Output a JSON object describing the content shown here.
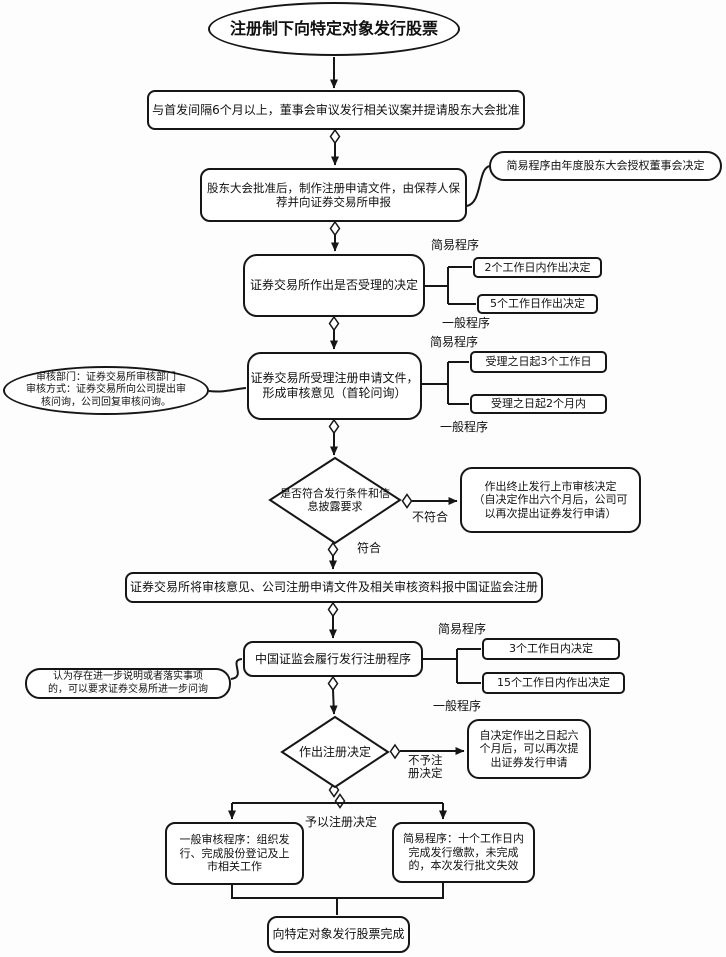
{
  "title": "注册制下向特定对象发行股票",
  "steps": {
    "board": "与首发间隔6个月以上，董事会审议发行相关议案并提请股东大会批准",
    "shareholders": "股东大会批准后，制作注册申请文件，由保荐人保\n荐并向证券交易所申报",
    "exchange_accept": "证券交易所作出是否受理的决定",
    "exchange_review": "证券交易所受理注册申请文件，\n形成审核意见（首轮问询）",
    "report_csrc": "证券交易所将审核意见、公司注册申请文件及相关审核资料报中国证监会注册",
    "csrc_register": "中国证监会履行发行注册程序",
    "general_complete": "一般审核程序：组织发\n行、完成股份登记及上\n市相关工作",
    "simple_complete": "简易程序：十个工作日内\n完成发行缴款，未完成\n的，本次发行批文失效",
    "finish": "向特定对象发行股票完成"
  },
  "decisions": {
    "conditions": "是否符合发行条件和信\n息披露要求",
    "register": "作出注册决定"
  },
  "outcomes": {
    "terminate": "作出终止发行上市审核决定\n（自决定作出六个月后，公司可\n以再次提出证券发行申请）",
    "reapply": "自决定作出之日起六\n个月后，可以再次提\n出证券发行申请"
  },
  "callouts": {
    "annual_auth": "简易程序由年度股东大会授权董事会决定",
    "review_dept": "审核部门：证券交易所审核部门\n审核方式：证券交易所向公司提出审\n核问询，公司回复审核问询。",
    "further_inquiry": "认为存在进一步说明或者落实事项\n的，可以要求证券交易所进一步问询"
  },
  "timeboxes": {
    "accept_simple": "2个工作日内作出决定",
    "accept_general": "5个工作日作出决定",
    "review_simple": "受理之日起3个工作日",
    "review_general": "受理之日起2个月内",
    "csrc_simple": "3个工作日内决定",
    "csrc_general": "15个工作日内作出决定"
  },
  "labels": {
    "simple": "简易程序",
    "general": "一般程序",
    "not_meet": "不符合",
    "meet": "符合",
    "deny": "不予注\n册决定",
    "grant": "予以注册决定"
  },
  "colors": {
    "stroke": "#161616",
    "background": "#ffffff"
  }
}
